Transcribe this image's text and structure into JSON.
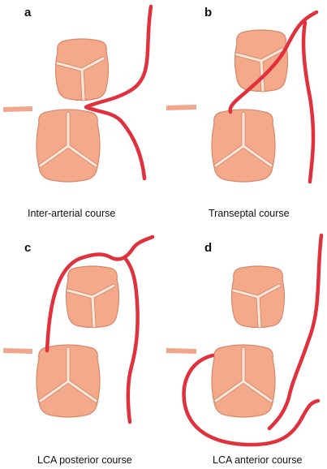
{
  "panels": [
    {
      "letter": "a",
      "caption": "Inter-arterial course"
    },
    {
      "letter": "b",
      "caption": "Transeptal course"
    },
    {
      "letter": "c",
      "caption": "LCA posterior course"
    },
    {
      "letter": "d",
      "caption": "LCA anterior course"
    }
  ],
  "colors": {
    "valve_fill": "#f3a98a",
    "valve_outline": "#d9876a",
    "valve_seam": "#fde6da",
    "artery": "#e0313d",
    "vessel_stub": "#f0a58c"
  }
}
